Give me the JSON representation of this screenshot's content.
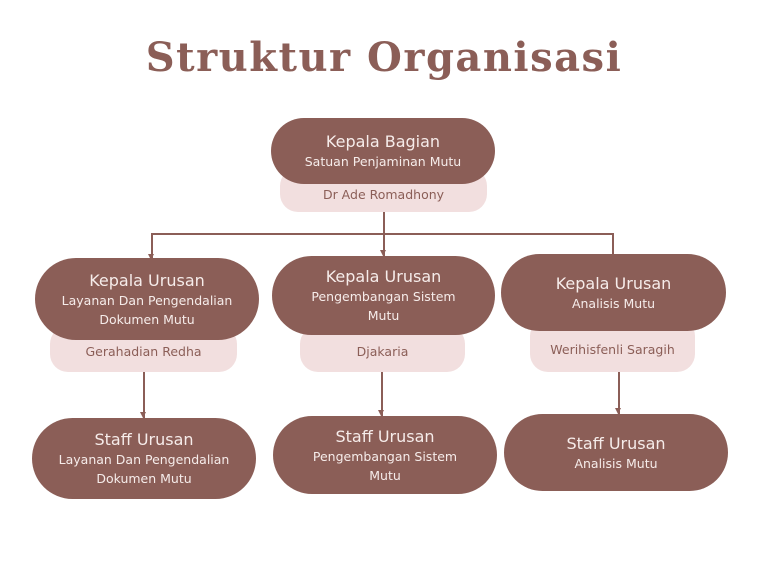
{
  "title": "Struktur Organisasi",
  "colors": {
    "box": "#8b5e57",
    "box_text": "#f6ecea",
    "name_plate": "#f2dfdf",
    "name_text": "#8b5e57",
    "title": "#8b5e57",
    "connector": "#8b5e57"
  },
  "head": {
    "role": "Kepala Bagian",
    "unit": "Satuan Penjaminan Mutu",
    "name": "Dr Ade Romadhony"
  },
  "kepala_urusan": [
    {
      "role": "Kepala Urusan",
      "unit": "Layanan Dan Pengendalian Dokumen Mutu",
      "name": "Gerahadian Redha"
    },
    {
      "role": "Kepala Urusan",
      "unit": "Pengembangan Sistem Mutu",
      "name": "Djakaria"
    },
    {
      "role": "Kepala Urusan",
      "unit": "Analisis Mutu",
      "name": "Werihisfenli Saragih"
    }
  ],
  "staff_urusan": [
    {
      "role": "Staff Urusan",
      "unit": "Layanan Dan Pengendalian Dokumen Mutu"
    },
    {
      "role": "Staff Urusan",
      "unit": "Pengembangan Sistem Mutu"
    },
    {
      "role": "Staff Urusan",
      "unit": "Analisis Mutu"
    }
  ]
}
